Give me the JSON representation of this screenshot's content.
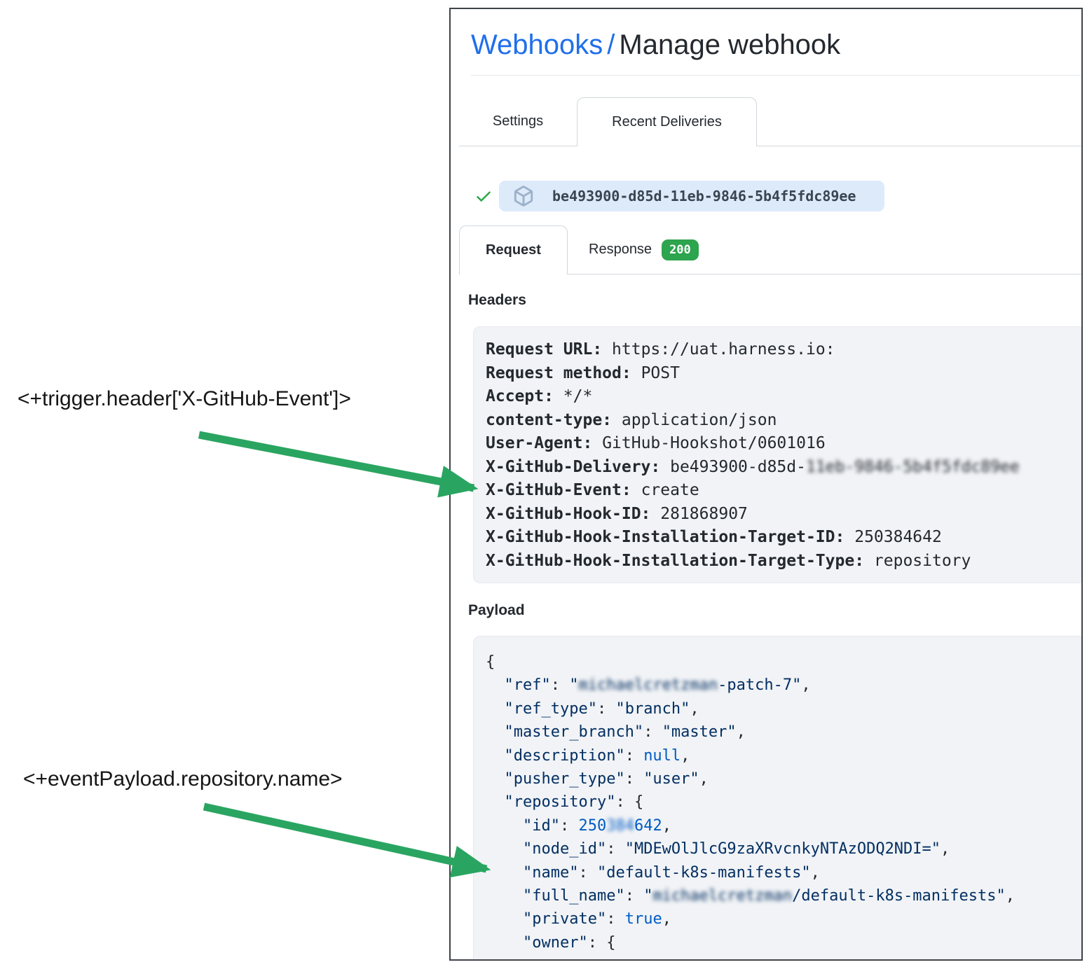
{
  "annotations": [
    {
      "label": "<+trigger.header['X-GitHub-Event']>"
    },
    {
      "label": "<+eventPayload.repository.name>"
    }
  ],
  "colors": {
    "arrow_green": "#2aa561",
    "link_blue": "#1f6feb",
    "check_green": "#28a745",
    "badge_green": "#2da44e"
  },
  "page": {
    "breadcrumb_link": "Webhooks",
    "breadcrumb_separator": "/",
    "title": "Manage webhook",
    "tabs": [
      {
        "label": "Settings",
        "active": false
      },
      {
        "label": "Recent Deliveries",
        "active": true
      }
    ],
    "delivery": {
      "id": "be493900-d85d-11eb-9846-5b4f5fdc89ee"
    },
    "subtabs": [
      {
        "label": "Request",
        "active": true
      },
      {
        "label": "Response",
        "active": false,
        "badge": "200"
      }
    ],
    "headers_section": {
      "label": "Headers",
      "lines": [
        {
          "k": "Request URL:",
          "v": "https://uat.harness.io:"
        },
        {
          "k": "Request method:",
          "v": "POST"
        },
        {
          "k": "Accept:",
          "v": "*/*"
        },
        {
          "k": "content-type:",
          "v": "application/json"
        },
        {
          "k": "User-Agent:",
          "v": "GitHub-Hookshot/0601016"
        },
        {
          "k": "X-GitHub-Delivery:",
          "v": "be493900-d85d-",
          "v_redacted": "11eb-9846-5b4f5fdc89ee"
        },
        {
          "k": "X-GitHub-Event:",
          "v": "create"
        },
        {
          "k": "X-GitHub-Hook-ID:",
          "v": "281868907"
        },
        {
          "k": "X-GitHub-Hook-Installation-Target-ID:",
          "v": "250384642"
        },
        {
          "k": "X-GitHub-Hook-Installation-Target-Type:",
          "v": "repository"
        }
      ]
    },
    "payload_section": {
      "label": "Payload",
      "lines": [
        [
          {
            "t": "{",
            "c": "p"
          }
        ],
        [
          {
            "t": "  ",
            "c": "p"
          },
          {
            "t": "\"ref\"",
            "c": "k"
          },
          {
            "t": ": ",
            "c": "p"
          },
          {
            "t": "\"",
            "c": "s"
          },
          {
            "t": "michaelcretzman",
            "c": "s r"
          },
          {
            "t": "-patch-7\"",
            "c": "s"
          },
          {
            "t": ",",
            "c": "p"
          }
        ],
        [
          {
            "t": "  ",
            "c": "p"
          },
          {
            "t": "\"ref_type\"",
            "c": "k"
          },
          {
            "t": ": ",
            "c": "p"
          },
          {
            "t": "\"branch\"",
            "c": "s"
          },
          {
            "t": ",",
            "c": "p"
          }
        ],
        [
          {
            "t": "  ",
            "c": "p"
          },
          {
            "t": "\"master_branch\"",
            "c": "k"
          },
          {
            "t": ": ",
            "c": "p"
          },
          {
            "t": "\"master\"",
            "c": "s"
          },
          {
            "t": ",",
            "c": "p"
          }
        ],
        [
          {
            "t": "  ",
            "c": "p"
          },
          {
            "t": "\"description\"",
            "c": "k"
          },
          {
            "t": ": ",
            "c": "p"
          },
          {
            "t": "null",
            "c": "n"
          },
          {
            "t": ",",
            "c": "p"
          }
        ],
        [
          {
            "t": "  ",
            "c": "p"
          },
          {
            "t": "\"pusher_type\"",
            "c": "k"
          },
          {
            "t": ": ",
            "c": "p"
          },
          {
            "t": "\"user\"",
            "c": "s"
          },
          {
            "t": ",",
            "c": "p"
          }
        ],
        [
          {
            "t": "  ",
            "c": "p"
          },
          {
            "t": "\"repository\"",
            "c": "k"
          },
          {
            "t": ": {",
            "c": "p"
          }
        ],
        [
          {
            "t": "    ",
            "c": "p"
          },
          {
            "t": "\"id\"",
            "c": "k"
          },
          {
            "t": ": ",
            "c": "p"
          },
          {
            "t": "250",
            "c": "n"
          },
          {
            "t": "384",
            "c": "n r"
          },
          {
            "t": "642",
            "c": "n"
          },
          {
            "t": ",",
            "c": "p"
          }
        ],
        [
          {
            "t": "    ",
            "c": "p"
          },
          {
            "t": "\"node_id\"",
            "c": "k"
          },
          {
            "t": ": ",
            "c": "p"
          },
          {
            "t": "\"MDEwOlJlcG9zaXRvcnkyNTAzODQ2NDI=\"",
            "c": "s"
          },
          {
            "t": ",",
            "c": "p"
          }
        ],
        [
          {
            "t": "    ",
            "c": "p"
          },
          {
            "t": "\"name\"",
            "c": "k"
          },
          {
            "t": ": ",
            "c": "p"
          },
          {
            "t": "\"default-k8s-manifests\"",
            "c": "s"
          },
          {
            "t": ",",
            "c": "p"
          }
        ],
        [
          {
            "t": "    ",
            "c": "p"
          },
          {
            "t": "\"full_name\"",
            "c": "k"
          },
          {
            "t": ": ",
            "c": "p"
          },
          {
            "t": "\"",
            "c": "s"
          },
          {
            "t": "michaelcretzman",
            "c": "s r"
          },
          {
            "t": "/default-k8s-manifests\"",
            "c": "s"
          },
          {
            "t": ",",
            "c": "p"
          }
        ],
        [
          {
            "t": "    ",
            "c": "p"
          },
          {
            "t": "\"private\"",
            "c": "k"
          },
          {
            "t": ": ",
            "c": "p"
          },
          {
            "t": "true",
            "c": "n"
          },
          {
            "t": ",",
            "c": "p"
          }
        ],
        [
          {
            "t": "    ",
            "c": "p"
          },
          {
            "t": "\"owner\"",
            "c": "k"
          },
          {
            "t": ": {",
            "c": "p"
          }
        ]
      ]
    }
  }
}
